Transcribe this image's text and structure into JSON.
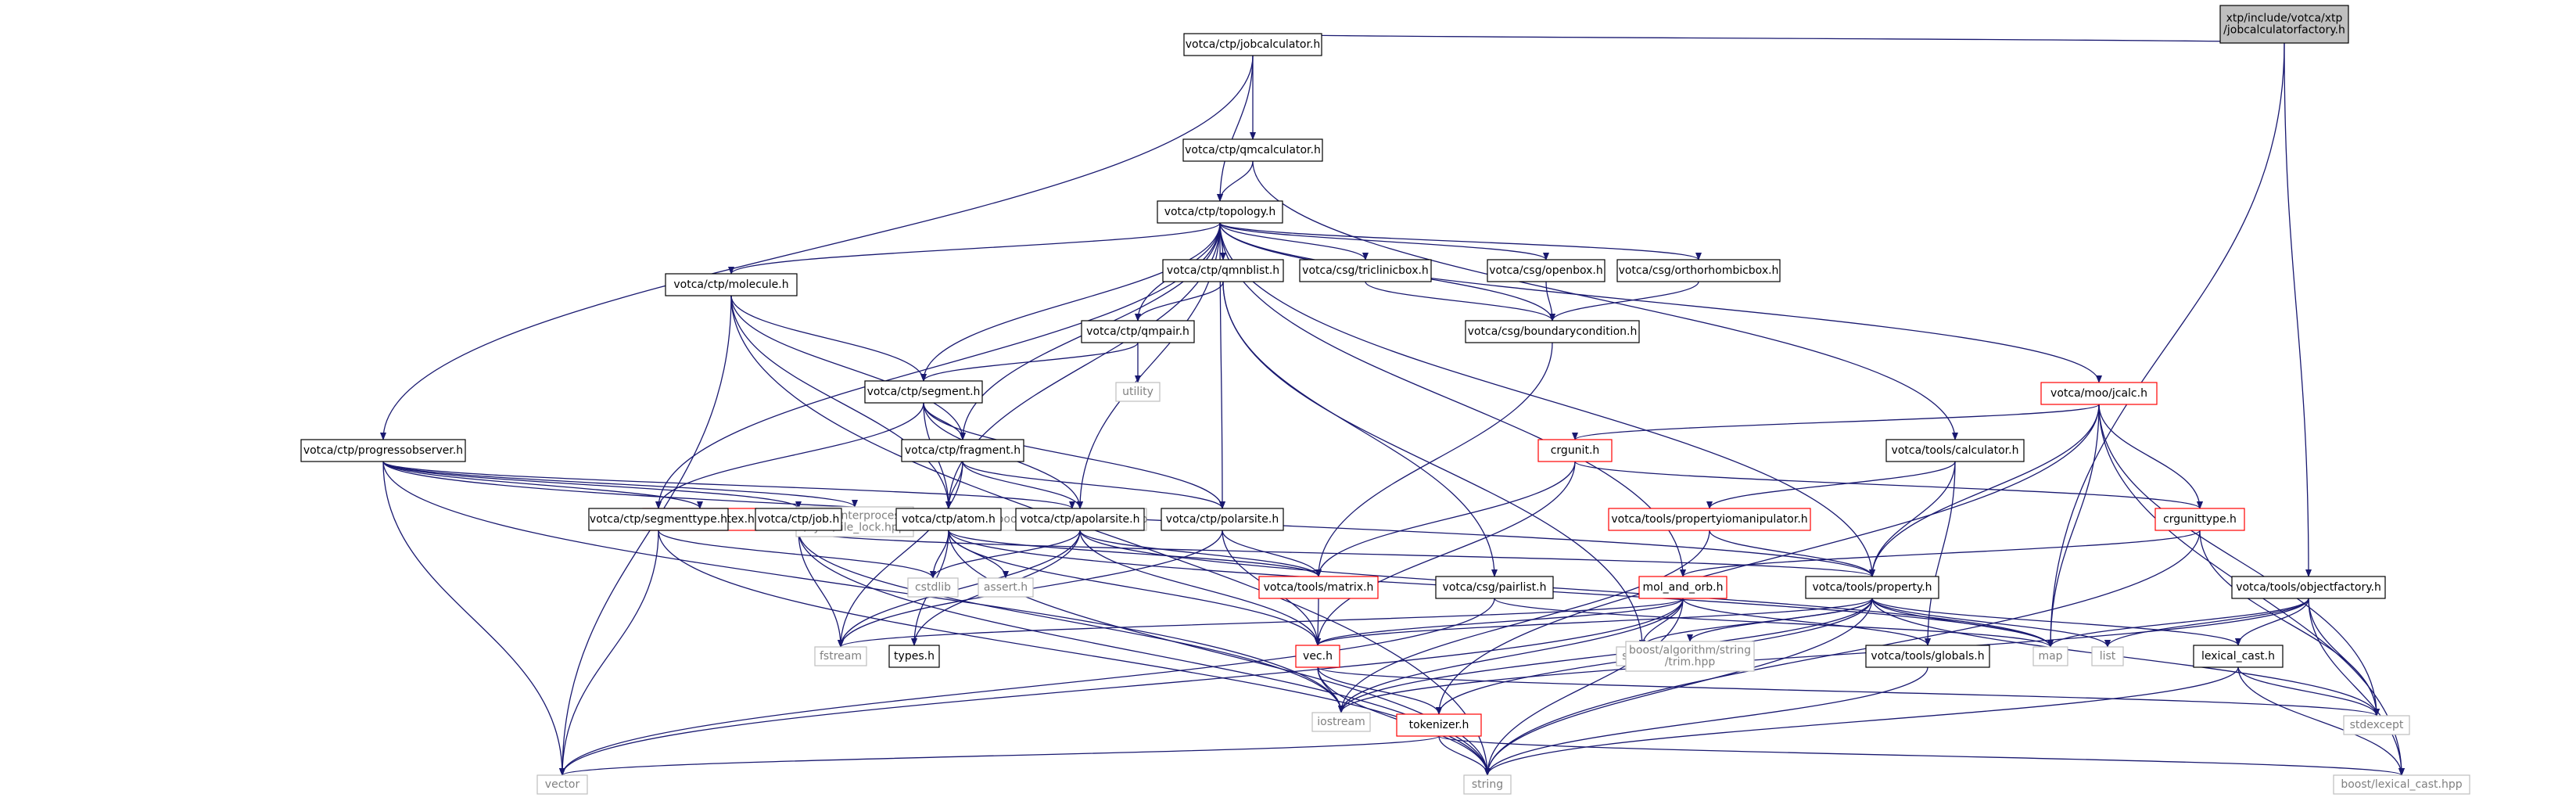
{
  "graph": {
    "root": "xtp/include/votca/xtp\n/jobcalculatorfactory.h",
    "colors": {
      "edge": "#191970",
      "root_fill": "#bfbfbf",
      "documented_border": "#000000",
      "undocumented_border": "#ff0000",
      "external_border": "#bfbfbf",
      "external_text": "#808080",
      "text": "#000000"
    },
    "nodes": [
      {
        "id": "root",
        "label": "xtp/include/votca/xtp\n/jobcalculatorfactory.h",
        "kind": "root"
      },
      {
        "id": "jobcalculator",
        "label": "votca/ctp/jobcalculator.h",
        "kind": "doc"
      },
      {
        "id": "qmcalculator",
        "label": "votca/ctp/qmcalculator.h",
        "kind": "doc"
      },
      {
        "id": "topology",
        "label": "votca/ctp/topology.h",
        "kind": "doc"
      },
      {
        "id": "molecule",
        "label": "votca/ctp/molecule.h",
        "kind": "doc"
      },
      {
        "id": "qmnblist",
        "label": "votca/ctp/qmnblist.h",
        "kind": "doc"
      },
      {
        "id": "triclinicbox",
        "label": "votca/csg/triclinicbox.h",
        "kind": "doc"
      },
      {
        "id": "openbox",
        "label": "votca/csg/openbox.h",
        "kind": "doc"
      },
      {
        "id": "orthorhombicbox",
        "label": "votca/csg/orthorhombicbox.h",
        "kind": "doc"
      },
      {
        "id": "qmpair",
        "label": "votca/ctp/qmpair.h",
        "kind": "doc"
      },
      {
        "id": "boundarycondition",
        "label": "votca/csg/boundarycondition.h",
        "kind": "doc"
      },
      {
        "id": "utility",
        "label": "utility",
        "kind": "ext"
      },
      {
        "id": "segment",
        "label": "votca/ctp/segment.h",
        "kind": "doc"
      },
      {
        "id": "jcalc",
        "label": "votca/moo/jcalc.h",
        "kind": "undoc"
      },
      {
        "id": "progressobserver",
        "label": "votca/ctp/progressobserver.h",
        "kind": "doc"
      },
      {
        "id": "fragment",
        "label": "votca/ctp/fragment.h",
        "kind": "doc"
      },
      {
        "id": "crgunit",
        "label": "crgunit.h",
        "kind": "undoc"
      },
      {
        "id": "calculator",
        "label": "votca/tools/calculator.h",
        "kind": "doc"
      },
      {
        "id": "mutex",
        "label": "votca/tools/mutex.h",
        "kind": "undoc"
      },
      {
        "id": "file_lock",
        "label": "boost/interprocess\n/sync/file_lock.hpp",
        "kind": "ext"
      },
      {
        "id": "program_options",
        "label": "boost/program_options.hpp",
        "kind": "ext"
      },
      {
        "id": "segmenttype",
        "label": "votca/ctp/segmenttype.h",
        "kind": "doc"
      },
      {
        "id": "job",
        "label": "votca/ctp/job.h",
        "kind": "doc"
      },
      {
        "id": "atom",
        "label": "votca/ctp/atom.h",
        "kind": "doc"
      },
      {
        "id": "apolarsite",
        "label": "votca/ctp/apolarsite.h",
        "kind": "doc"
      },
      {
        "id": "polarsite",
        "label": "votca/ctp/polarsite.h",
        "kind": "doc"
      },
      {
        "id": "propertyiomanipulator",
        "label": "votca/tools/propertyiomanipulator.h",
        "kind": "undoc"
      },
      {
        "id": "crgunittype",
        "label": "crgunittype.h",
        "kind": "undoc"
      },
      {
        "id": "cstdlib",
        "label": "cstdlib",
        "kind": "ext"
      },
      {
        "id": "asserth",
        "label": "assert.h",
        "kind": "ext"
      },
      {
        "id": "matrix",
        "label": "votca/tools/matrix.h",
        "kind": "undoc"
      },
      {
        "id": "pairlist",
        "label": "votca/csg/pairlist.h",
        "kind": "doc"
      },
      {
        "id": "mol_and_orb",
        "label": "mol_and_orb.h",
        "kind": "undoc"
      },
      {
        "id": "property",
        "label": "votca/tools/property.h",
        "kind": "doc"
      },
      {
        "id": "objectfactory",
        "label": "votca/tools/objectfactory.h",
        "kind": "doc"
      },
      {
        "id": "fstream",
        "label": "fstream",
        "kind": "ext"
      },
      {
        "id": "types",
        "label": "types.h",
        "kind": "doc"
      },
      {
        "id": "vec",
        "label": "vec.h",
        "kind": "undoc"
      },
      {
        "id": "stdlib",
        "label": "stdlib.h",
        "kind": "ext"
      },
      {
        "id": "trim",
        "label": "boost/algorithm/string\n/trim.hpp",
        "kind": "ext"
      },
      {
        "id": "globals",
        "label": "votca/tools/globals.h",
        "kind": "doc"
      },
      {
        "id": "map",
        "label": "map",
        "kind": "ext"
      },
      {
        "id": "list",
        "label": "list",
        "kind": "ext"
      },
      {
        "id": "lexical_cast",
        "label": "lexical_cast.h",
        "kind": "doc"
      },
      {
        "id": "iostream",
        "label": "iostream",
        "kind": "ext"
      },
      {
        "id": "stdexcept",
        "label": "stdexcept",
        "kind": "ext"
      },
      {
        "id": "tokenizer",
        "label": "tokenizer.h",
        "kind": "undoc"
      },
      {
        "id": "vector",
        "label": "vector",
        "kind": "ext"
      },
      {
        "id": "string",
        "label": "string",
        "kind": "ext"
      },
      {
        "id": "boost_lexical_cast",
        "label": "boost/lexical_cast.hpp",
        "kind": "ext"
      }
    ],
    "edges": [
      [
        "root",
        "jobcalculator"
      ],
      [
        "root",
        "map"
      ],
      [
        "root",
        "objectfactory"
      ],
      [
        "jobcalculator",
        "qmcalculator"
      ],
      [
        "jobcalculator",
        "topology"
      ],
      [
        "jobcalculator",
        "progressobserver"
      ],
      [
        "qmcalculator",
        "topology"
      ],
      [
        "qmcalculator",
        "calculator"
      ],
      [
        "topology",
        "molecule"
      ],
      [
        "topology",
        "qmnblist"
      ],
      [
        "topology",
        "triclinicbox"
      ],
      [
        "topology",
        "openbox"
      ],
      [
        "topology",
        "orthorhombicbox"
      ],
      [
        "topology",
        "qmpair"
      ],
      [
        "topology",
        "boundarycondition"
      ],
      [
        "topology",
        "segment"
      ],
      [
        "topology",
        "fragment"
      ],
      [
        "topology",
        "atom"
      ],
      [
        "topology",
        "apolarsite"
      ],
      [
        "topology",
        "polarsite"
      ],
      [
        "topology",
        "segmenttype"
      ],
      [
        "topology",
        "jcalc"
      ],
      [
        "topology",
        "property"
      ],
      [
        "topology",
        "mol_and_orb"
      ],
      [
        "molecule",
        "segment"
      ],
      [
        "molecule",
        "fragment"
      ],
      [
        "molecule",
        "atom"
      ],
      [
        "molecule",
        "vector"
      ],
      [
        "molecule",
        "string"
      ],
      [
        "qmnblist",
        "qmpair"
      ],
      [
        "qmnblist",
        "pairlist"
      ],
      [
        "qmnblist",
        "stdlib"
      ],
      [
        "triclinicbox",
        "boundarycondition"
      ],
      [
        "openbox",
        "boundarycondition"
      ],
      [
        "orthorhombicbox",
        "boundarycondition"
      ],
      [
        "qmpair",
        "segment"
      ],
      [
        "qmpair",
        "utility"
      ],
      [
        "boundarycondition",
        "matrix"
      ],
      [
        "segment",
        "fragment"
      ],
      [
        "segment",
        "atom"
      ],
      [
        "segment",
        "apolarsite"
      ],
      [
        "segment",
        "polarsite"
      ],
      [
        "segment",
        "segmenttype"
      ],
      [
        "fragment",
        "atom"
      ],
      [
        "fragment",
        "apolarsite"
      ],
      [
        "fragment",
        "polarsite"
      ],
      [
        "fragment",
        "fstream"
      ],
      [
        "atom",
        "cstdlib"
      ],
      [
        "atom",
        "asserth"
      ],
      [
        "atom",
        "matrix"
      ],
      [
        "atom",
        "vec"
      ],
      [
        "atom",
        "types"
      ],
      [
        "atom",
        "string"
      ],
      [
        "atom",
        "map"
      ],
      [
        "apolarsite",
        "matrix"
      ],
      [
        "apolarsite",
        "vec"
      ],
      [
        "apolarsite",
        "types"
      ],
      [
        "apolarsite",
        "fstream"
      ],
      [
        "apolarsite",
        "map"
      ],
      [
        "apolarsite",
        "cstdlib"
      ],
      [
        "polarsite",
        "matrix"
      ],
      [
        "polarsite",
        "vec"
      ],
      [
        "polarsite",
        "fstream"
      ],
      [
        "jcalc",
        "crgunit"
      ],
      [
        "jcalc",
        "crgunittype"
      ],
      [
        "jcalc",
        "map"
      ],
      [
        "jcalc",
        "stdexcept"
      ],
      [
        "jcalc",
        "tokenizer"
      ],
      [
        "jcalc",
        "property"
      ],
      [
        "jcalc",
        "boost_lexical_cast"
      ],
      [
        "crgunit",
        "crgunittype"
      ],
      [
        "crgunit",
        "matrix"
      ],
      [
        "crgunit",
        "vec"
      ],
      [
        "crgunittype",
        "mol_and_orb"
      ],
      [
        "crgunittype",
        "stdexcept"
      ],
      [
        "crgunittype",
        "string"
      ],
      [
        "calculator",
        "propertyiomanipulator"
      ],
      [
        "calculator",
        "property"
      ],
      [
        "calculator",
        "globals"
      ],
      [
        "progressobserver",
        "mutex"
      ],
      [
        "progressobserver",
        "file_lock"
      ],
      [
        "progressobserver",
        "program_options"
      ],
      [
        "progressobserver",
        "job"
      ],
      [
        "progressobserver",
        "property"
      ],
      [
        "progressobserver",
        "vector"
      ],
      [
        "progressobserver",
        "iostream"
      ],
      [
        "segmenttype",
        "cstdlib"
      ],
      [
        "segmenttype",
        "vector"
      ],
      [
        "segmenttype",
        "string"
      ],
      [
        "job",
        "property"
      ],
      [
        "job",
        "fstream"
      ],
      [
        "job",
        "iostream"
      ],
      [
        "job",
        "string"
      ],
      [
        "propertyiomanipulator",
        "property"
      ],
      [
        "propertyiomanipulator",
        "iostream"
      ],
      [
        "pairlist",
        "map"
      ],
      [
        "pairlist",
        "vector"
      ],
      [
        "mol_and_orb",
        "vec"
      ],
      [
        "mol_and_orb",
        "fstream"
      ],
      [
        "mol_and_orb",
        "stdlib"
      ],
      [
        "mol_and_orb",
        "iostream"
      ],
      [
        "mol_and_orb",
        "vector"
      ],
      [
        "mol_and_orb",
        "string"
      ],
      [
        "mol_and_orb",
        "globals"
      ],
      [
        "property",
        "map"
      ],
      [
        "property",
        "list"
      ],
      [
        "property",
        "string"
      ],
      [
        "property",
        "stdexcept"
      ],
      [
        "property",
        "iostream"
      ],
      [
        "property",
        "trim"
      ],
      [
        "property",
        "lexical_cast"
      ],
      [
        "property",
        "tokenizer"
      ],
      [
        "property",
        "stdlib"
      ],
      [
        "property",
        "vec"
      ],
      [
        "objectfactory",
        "map"
      ],
      [
        "objectfactory",
        "list"
      ],
      [
        "objectfactory",
        "iostream"
      ],
      [
        "objectfactory",
        "stdexcept"
      ],
      [
        "objectfactory",
        "boost_lexical_cast"
      ],
      [
        "objectfactory",
        "lexical_cast"
      ],
      [
        "vec",
        "iostream"
      ],
      [
        "vec",
        "string"
      ],
      [
        "vec",
        "tokenizer"
      ],
      [
        "vec",
        "stdexcept"
      ],
      [
        "globals",
        "string"
      ],
      [
        "lexical_cast",
        "stdexcept"
      ],
      [
        "lexical_cast",
        "string"
      ],
      [
        "lexical_cast",
        "boost_lexical_cast"
      ],
      [
        "tokenizer",
        "string"
      ],
      [
        "tokenizer",
        "vector"
      ],
      [
        "tokenizer",
        "boost_lexical_cast"
      ],
      [
        "matrix",
        "vec"
      ]
    ]
  }
}
